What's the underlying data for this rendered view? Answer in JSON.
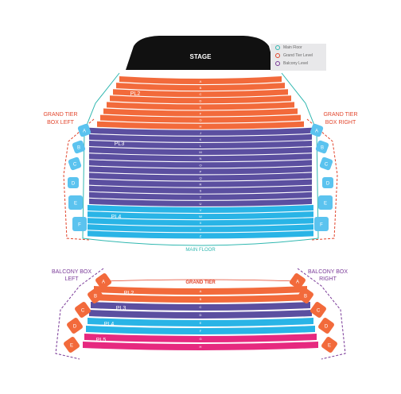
{
  "stage_label": "STAGE",
  "legend": [
    {
      "label": "Main Floor",
      "color": "#2fb7b0"
    },
    {
      "label": "Grand Tier Level",
      "color": "#e2452c"
    },
    {
      "label": "Balcony Level",
      "color": "#7a3a98"
    }
  ],
  "colors": {
    "orange": "#f26a3b",
    "purple": "#5b4fa0",
    "blue": "#29b4e6",
    "pink": "#e6297f",
    "box_blue": "#5bc3ef",
    "teal_outline": "#2fb7b0",
    "red_dashed": "#e2452c",
    "purple_dashed": "#7a3a98",
    "stage": "#111111"
  },
  "main_floor": {
    "label": "MAIN FLOOR",
    "sections": [
      {
        "label": "PL2",
        "color": "orange",
        "rows": [
          "A",
          "B",
          "C",
          "D",
          "E",
          "F",
          "G",
          "H"
        ]
      },
      {
        "label": "PL3",
        "color": "purple",
        "rows": [
          "J",
          "K",
          "L",
          "M",
          "N",
          "O",
          "P",
          "Q",
          "R",
          "S",
          "T",
          "U"
        ]
      },
      {
        "label": "PL4",
        "color": "blue",
        "rows": [
          "V",
          "W",
          "X",
          "Y",
          "Z"
        ]
      }
    ]
  },
  "grand_tier_boxes": {
    "left_label_line1": "GRAND TIER",
    "left_label_line2": "BOX LEFT",
    "right_label_line1": "GRAND TIER",
    "right_label_line2": "BOX RIGHT",
    "boxes": [
      "A",
      "B",
      "C",
      "D",
      "E",
      "F"
    ]
  },
  "balcony": {
    "tier_label": "GRAND TIER",
    "sections": [
      {
        "label": "",
        "color": "orange",
        "rows": [
          "A"
        ]
      },
      {
        "label": "PL2",
        "color": "orange",
        "rows": [
          "B"
        ]
      },
      {
        "label": "PL3",
        "color": "purple",
        "rows": [
          "C",
          "D"
        ]
      },
      {
        "label": "PL4",
        "color": "blue",
        "rows": [
          "E",
          "F"
        ]
      },
      {
        "label": "PL5",
        "color": "pink",
        "rows": [
          "G",
          "H"
        ]
      }
    ]
  },
  "balcony_boxes": {
    "left_label_line1": "BALCONY BOX",
    "left_label_line2": "LEFT",
    "right_label_line1": "BALCONY BOX",
    "right_label_line2": "RIGHT",
    "boxes": [
      "A",
      "B",
      "C",
      "D",
      "E"
    ]
  }
}
